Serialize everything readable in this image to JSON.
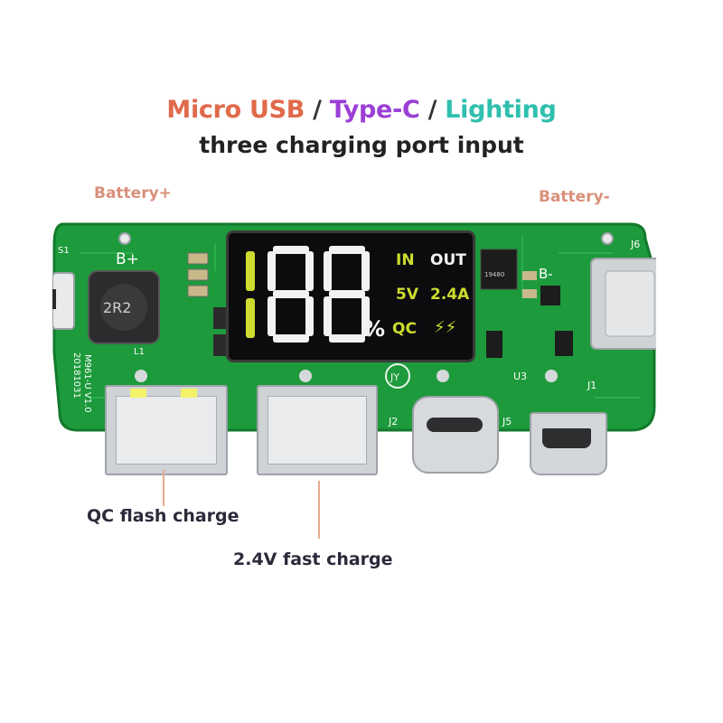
{
  "headline": {
    "part1": "Micro USB",
    "sep1": " / ",
    "part2": "Type-C",
    "sep2": " / ",
    "part3": "Lighting",
    "line2": "three charging port input",
    "colors": {
      "micro": "#e06a4a",
      "typec": "#9b3fd6",
      "lighting": "#2fbfae"
    }
  },
  "labels": {
    "battery_plus": "Battery+",
    "battery_minus": "Battery-",
    "qc_flash": "QC flash charge",
    "fast_charge": "2.4V fast charge"
  },
  "lcd": {
    "digits": "188",
    "percent": "%",
    "in": "IN",
    "out": "OUT",
    "volt": "5V",
    "amp": "2.4A",
    "qc": "QC",
    "bolt": "⚡⚡"
  },
  "silkscreen": {
    "b_plus": "B+",
    "b_minus": "B-",
    "s1": "S1",
    "l1": "L1",
    "inductor": "2R2",
    "model": "M961-U V1.0",
    "date": "20181031",
    "j1": "J1",
    "j2": "J2",
    "j5": "J5",
    "j6": "J6",
    "u3": "U3",
    "ic": "19480",
    "brand": "JY"
  },
  "colors": {
    "pcb": "#1d9a3c",
    "pcb_dark": "#137a2c",
    "lcd_yellow": "#cddc2e",
    "lcd_white": "#f2f2f2"
  }
}
